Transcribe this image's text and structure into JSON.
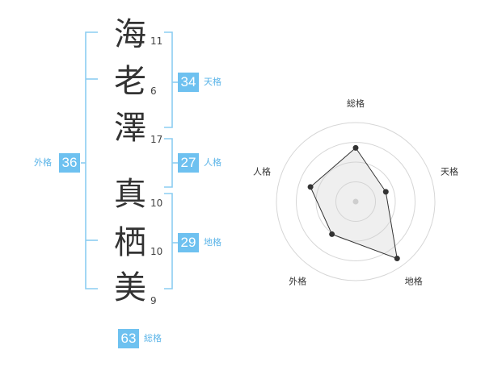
{
  "name": {
    "characters": [
      {
        "char": "海",
        "strokes": "11"
      },
      {
        "char": "老",
        "strokes": "6"
      },
      {
        "char": "澤",
        "strokes": "17"
      },
      {
        "char": "真",
        "strokes": "10"
      },
      {
        "char": "栖",
        "strokes": "10"
      },
      {
        "char": "美",
        "strokes": "9"
      }
    ]
  },
  "kakusu": {
    "tenkaku": {
      "value": "34",
      "label": "天格"
    },
    "jinkaku": {
      "value": "27",
      "label": "人格"
    },
    "chikaku": {
      "value": "29",
      "label": "地格"
    },
    "gaikaku": {
      "value": "36",
      "label": "外格"
    },
    "soukaku": {
      "value": "63",
      "label": "総格"
    }
  },
  "colors": {
    "accent": "#6ec1f0",
    "bracket": "#8ccdf2",
    "text": "#333333"
  },
  "chart_data": {
    "type": "radar",
    "axes": [
      "総格",
      "天格",
      "地格",
      "外格",
      "人格"
    ],
    "values": [
      0.68,
      0.4,
      0.89,
      0.51,
      0.6
    ],
    "rings": 4,
    "range": [
      0,
      1
    ]
  }
}
